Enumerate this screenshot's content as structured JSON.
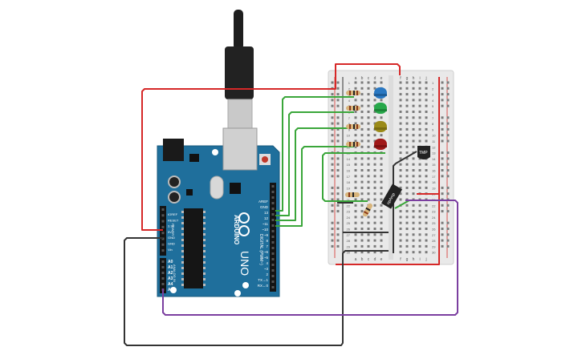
{
  "colors": {
    "board": "#1f6f9c",
    "breadboard": "#e8e8e8",
    "wire_red": "#d62828",
    "wire_green": "#3aa63a",
    "wire_black": "#333333",
    "wire_purple": "#7b3fa0",
    "led_blue": "#2a78c2",
    "led_green": "#27a84a",
    "led_yellow": "#9a8a18",
    "led_red": "#a01818"
  },
  "arduino": {
    "model_text": "UNO",
    "brand_text": "ARDUINO",
    "digital_label": "DIGITAL (PWM~)",
    "power_label": "POWER",
    "analog_label": "ANALOG IN",
    "power_pins": [
      "IOREF",
      "RESET",
      "3.3V",
      "5V",
      "GND",
      "GND",
      "Vin"
    ],
    "analog_pins": [
      "A0",
      "A1",
      "A2",
      "A3",
      "A4",
      "A5"
    ],
    "digital_pins": [
      "AREF",
      "GND",
      "13",
      "12",
      "~11",
      "~10",
      "~9",
      "8",
      "7",
      "~6",
      "~5",
      "4",
      "~3",
      "2",
      "TX→1",
      "RX←0"
    ]
  },
  "breadboard": {
    "col_labels_left": [
      "a",
      "b",
      "c",
      "d",
      "e"
    ],
    "col_labels_right": [
      "f",
      "g",
      "h",
      "i",
      "j"
    ],
    "row_numbers": [
      "1",
      "2",
      "3",
      "4",
      "5",
      "6",
      "7",
      "8",
      "9",
      "10",
      "11",
      "12",
      "13",
      "14",
      "15",
      "16",
      "17",
      "18",
      "19",
      "20",
      "21",
      "22",
      "23",
      "24",
      "25",
      "26",
      "27",
      "28",
      "29",
      "30"
    ]
  },
  "components": {
    "sensor_label": "TMP",
    "opamp_label": "opAmp"
  }
}
